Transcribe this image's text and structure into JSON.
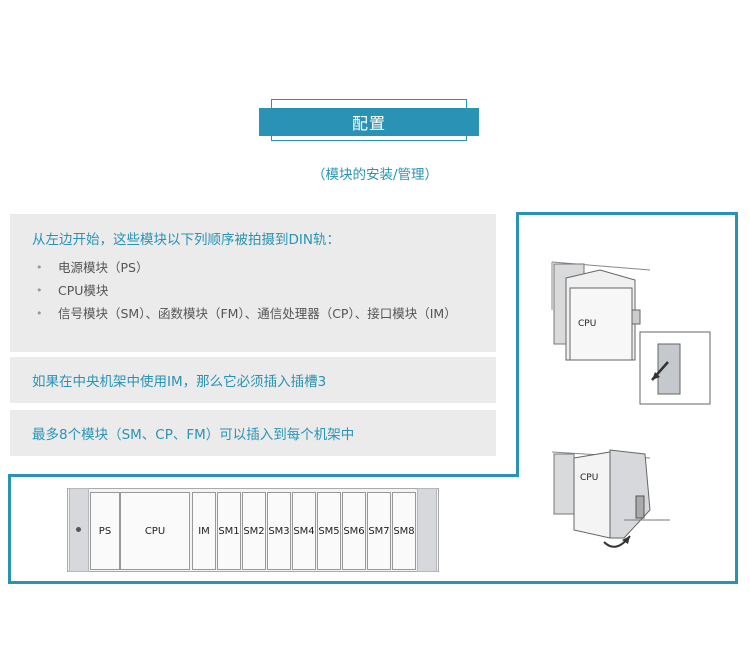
{
  "title": "配置",
  "subtitle": "（模块的安装/管理）",
  "info": {
    "heading": "从左边开始，这些模块以下列顺序被拍摄到DIN轨：",
    "bullets": [
      "电源模块（PS）",
      "CPU模块",
      "信号模块（SM）、函数模块（FM）、通信处理器（CP）、接口模块（IM）"
    ],
    "note1": "如果在中央机架中使用IM，那么它必须插入插槽3",
    "note2": "最多8个模块（SM、CP、FM）可以插入到每个机架中"
  },
  "rack": {
    "modules": [
      "PS",
      "CPU",
      "IM",
      "SM1",
      "SM2",
      "SM3",
      "SM4",
      "SM5",
      "SM6",
      "SM7",
      "SM8"
    ]
  },
  "illustrations": {
    "top_label": "CPU",
    "bottom_label": "CPU"
  },
  "colors": {
    "accent": "#2a93b5",
    "box_bg": "#ebebeb"
  }
}
